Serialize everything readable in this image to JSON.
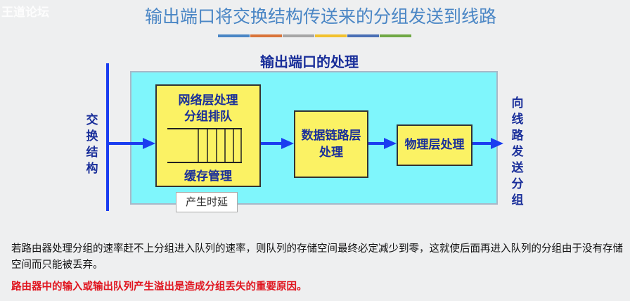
{
  "watermark": "王道论坛",
  "title": "输出端口将交换结构传送来的分组发送到线路",
  "title_bar_colors": [
    "#4a86c5",
    "#d9743a",
    "#a6a6a6",
    "#f2c12e",
    "#4a6fb5",
    "#70a845"
  ],
  "diagram": {
    "panel_title": "输出端口的处理",
    "left_label": "交换结构",
    "right_label": "向线路发送分组",
    "box_network": {
      "line1": "网络层处理",
      "line2": "分组排队",
      "line3": "缓存管理"
    },
    "box_datalink": {
      "line1": "数据链路层",
      "line2": "处理"
    },
    "box_physical": "物理层处理",
    "delay_label": "产生时延"
  },
  "paragraph": "若路由器处理分组的速率赶不上分组进入队列的速率，则队列的存储空间最终必定减少到零，这就使后面再进入队列的分组由于没有存储空间而只能被丢弃。",
  "highlight": "路由器中的输入或输出队列产生溢出是造成分组丢失的重要原因。"
}
